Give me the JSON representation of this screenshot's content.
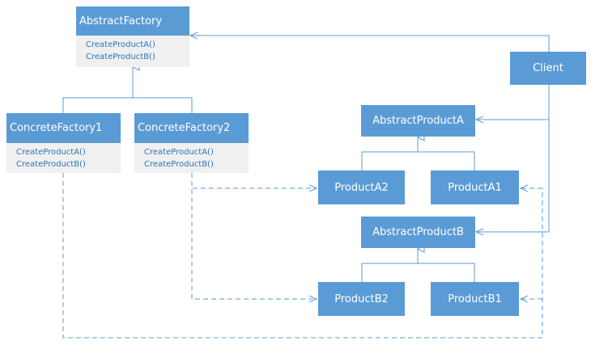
{
  "abstract_factory": {
    "name": "AbstractFactory",
    "methods": [
      "CreateProductA()",
      "CreateProductB()"
    ]
  },
  "concrete_factory_1": {
    "name": "ConcreteFactory1",
    "methods": [
      "CreateProductA()",
      "CreateProductB()"
    ]
  },
  "concrete_factory_2": {
    "name": "ConcreteFactory2",
    "methods": [
      "CreateProductA()",
      "CreateProductB()"
    ]
  },
  "client": "Client",
  "abstract_product_a": "AbstractProductA",
  "product_a2": "ProductA2",
  "product_a1": "ProductA1",
  "abstract_product_b": "AbstractProductB",
  "product_b2": "ProductB2",
  "product_b1": "ProductB1",
  "colors": {
    "box": "#5b9bd5",
    "methods_bg": "#f0f0f0",
    "methods_text": "#2e75b6",
    "line": "#5b9bd5"
  }
}
